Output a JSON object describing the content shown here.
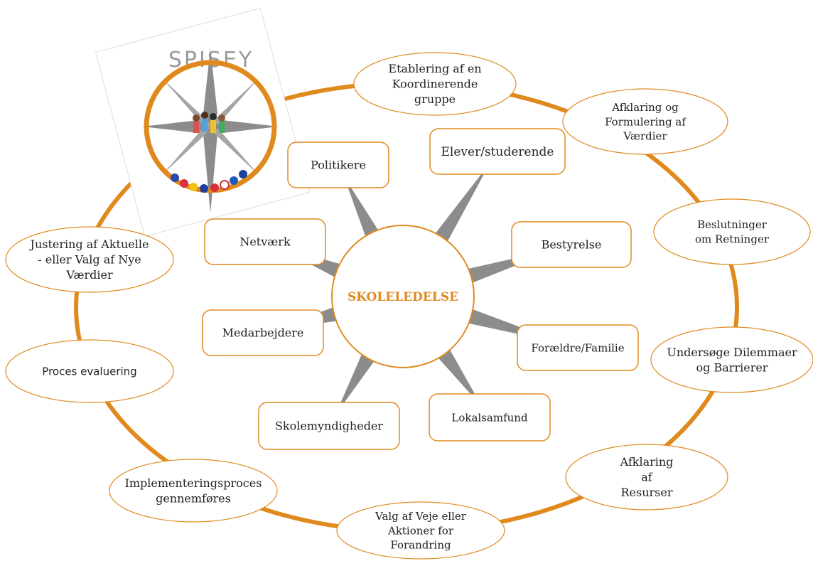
{
  "logo": {
    "text": "SPISEY"
  },
  "center": {
    "label": "SKOLELEDELSE"
  },
  "stakeholders": [
    {
      "label": "Politikere"
    },
    {
      "label": "Elever/studerende"
    },
    {
      "label": "Netværk"
    },
    {
      "label": "Bestyrelse"
    },
    {
      "label": "Medarbejdere"
    },
    {
      "label": "Forældre/Familie"
    },
    {
      "label": "Skolemyndigheder"
    },
    {
      "label": "Lokalsamfund"
    }
  ],
  "process_steps": [
    {
      "lines": [
        "Etablering af en",
        "Koordinerende",
        "gruppe"
      ]
    },
    {
      "lines": [
        "Afklaring og",
        "Formulering af",
        "Værdier"
      ]
    },
    {
      "lines": [
        "Beslutninger",
        "om Retninger"
      ]
    },
    {
      "lines": [
        "Undersøge Dilemmaer",
        "og Barrierer"
      ]
    },
    {
      "lines": [
        "Afklaring",
        "af",
        "Resurser"
      ]
    },
    {
      "lines": [
        "Valg af Veje eller",
        "Aktioner for",
        "Forandring"
      ]
    },
    {
      "lines": [
        "Implementeringsproces",
        "gennemføres"
      ]
    },
    {
      "lines": [
        "Proces evaluering"
      ]
    },
    {
      "lines": [
        "Justering af Aktuelle",
        "- eller Valg af Nye",
        "Værdier"
      ]
    }
  ],
  "colors": {
    "accent": "#e08a1e",
    "ring": "#e08a1e",
    "spokes": "#8c8c8c",
    "text": "#222222"
  }
}
